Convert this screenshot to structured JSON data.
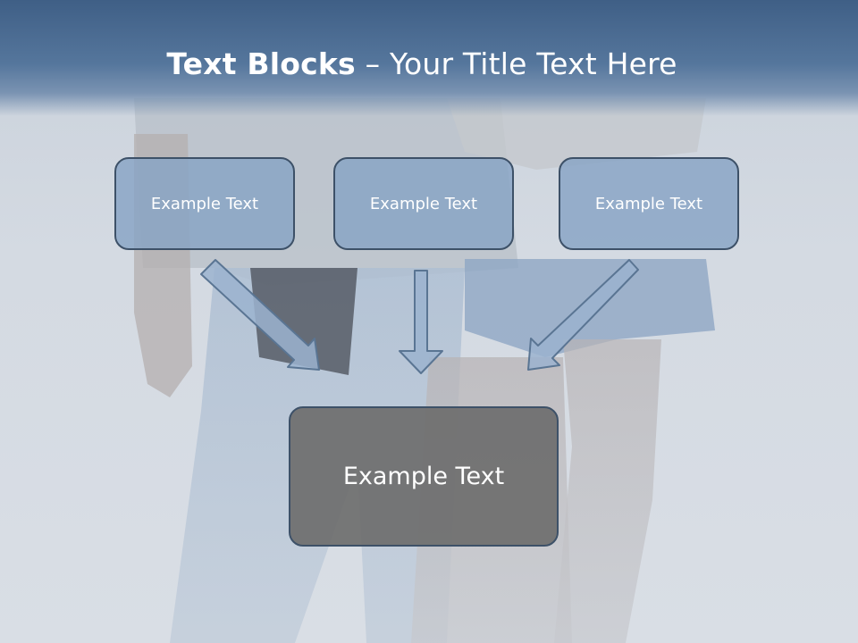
{
  "slide": {
    "title_bold": "Text Blocks",
    "title_separator": " – ",
    "title_rest": "Your Title Text Here"
  },
  "blocks": [
    {
      "label": "Example Text"
    },
    {
      "label": "Example Text"
    },
    {
      "label": "Example Text"
    }
  ],
  "target_block": {
    "label": "Example Text"
  },
  "colors": {
    "title_band": "#4a6a90",
    "small_box_fill": "#87a3c4",
    "box_border": "#3d5168",
    "big_box_fill": "#6e6e6e",
    "arrow_fill": "#9bb3cf",
    "arrow_stroke": "#5a7593"
  }
}
